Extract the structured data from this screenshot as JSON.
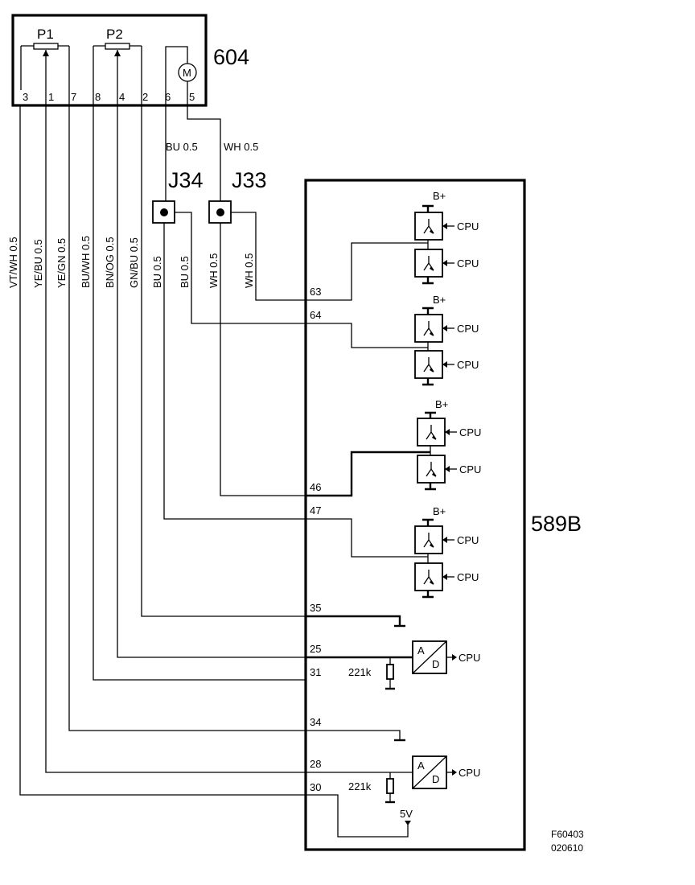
{
  "component_604": {
    "label": "604",
    "pot1": "P1",
    "pot2": "P2",
    "motor": "M",
    "pins": [
      "3",
      "1",
      "7",
      "8",
      "4",
      "2",
      "6",
      "5"
    ]
  },
  "junctions": {
    "j34": "J34",
    "j33": "J33"
  },
  "wires_top": {
    "left": "BU  0.5",
    "right": "WH   0.5"
  },
  "wire_labels": [
    "VT/WH  0.5",
    "YE/BU  0.5",
    "YE/GN  0.5",
    "BU/WH  0.5",
    "BN/OG  0.5",
    "GN/BU  0.5",
    "BU  0.5",
    "BU  0.5",
    "WH 0.5",
    "WH 0.5"
  ],
  "control_unit": {
    "label": "589B",
    "pins": [
      "63",
      "64",
      "46",
      "47",
      "35",
      "25",
      "31",
      "34",
      "28",
      "30"
    ],
    "supply": "B+",
    "cpu": "CPU",
    "adc_a": "A",
    "adc_d": "D",
    "resistor": "221k",
    "five_v": "5V"
  },
  "figure_ref": {
    "code": "F60403",
    "date": "020610"
  }
}
